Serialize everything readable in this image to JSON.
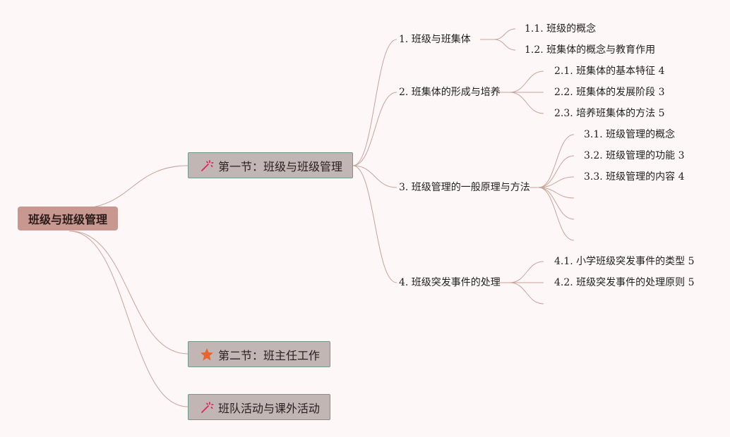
{
  "root": {
    "label": "班级与班级管理"
  },
  "sections": [
    {
      "label": "第一节：班级与班级管理",
      "icon": "magic-wand-icon"
    },
    {
      "label": "第二节：班主任工作",
      "icon": "star-icon"
    },
    {
      "label": "班队活动与课外活动",
      "icon": "magic-wand-icon"
    }
  ],
  "topics": [
    {
      "label": "1. 班级与班集体",
      "children": [
        {
          "label": "1.1. 班级的概念"
        },
        {
          "label": "1.2. 班集体的概念与教育作用"
        }
      ]
    },
    {
      "label": "2. 班集体的形成与培养",
      "children": [
        {
          "label": "2.1. 班集体的基本特征 4"
        },
        {
          "label": "2.2. 班集体的发展阶段 3"
        },
        {
          "label": "2.3. 培养班集体的方法 5"
        }
      ]
    },
    {
      "label": "3. 班级管理的一般原理与方法",
      "children": [
        {
          "label": "3.1. 班级管理的概念"
        },
        {
          "label": "3.2. 班级管理的功能 3"
        },
        {
          "label": "3.3. 班级管理的内容 4"
        }
      ]
    },
    {
      "label": "4. 班级突发事件的处理",
      "children": [
        {
          "label": "4.1. 小学班级突发事件的类型 5"
        },
        {
          "label": "4.2. 班级突发事件的处理原则 5"
        }
      ]
    }
  ],
  "colors": {
    "link": "#c9a39b",
    "root_fill": "#c89890",
    "section_fill": "#c2b6b4",
    "section_border": "#6f9a8c",
    "wand": "#e0245e",
    "star": "#e8642a",
    "background": "#fdf7f7"
  }
}
